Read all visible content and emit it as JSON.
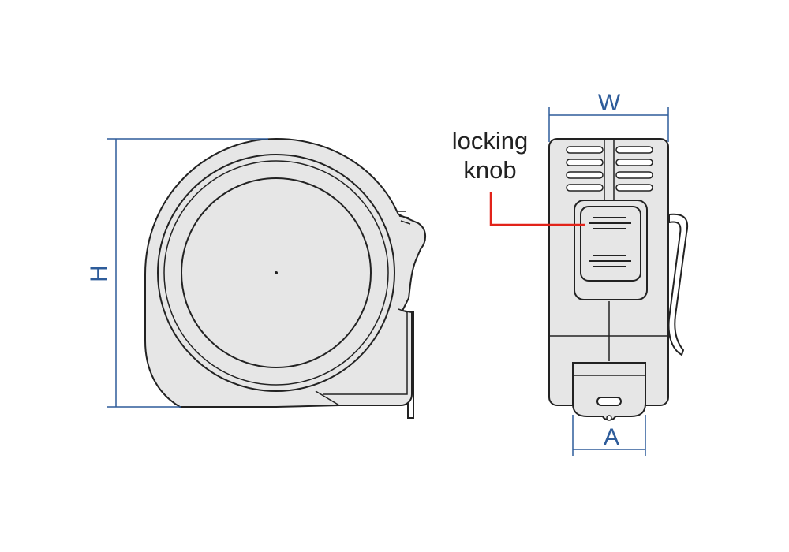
{
  "diagram": {
    "labels": {
      "height": "H",
      "width": "W",
      "tip_width": "A",
      "callout_line1": "locking",
      "callout_line2": "knob"
    },
    "colors": {
      "background": "#ffffff",
      "body_fill": "#e6e6e6",
      "outline": "#222222",
      "dimension": "#2e5c9a",
      "callout_leader": "#e2231a"
    }
  }
}
